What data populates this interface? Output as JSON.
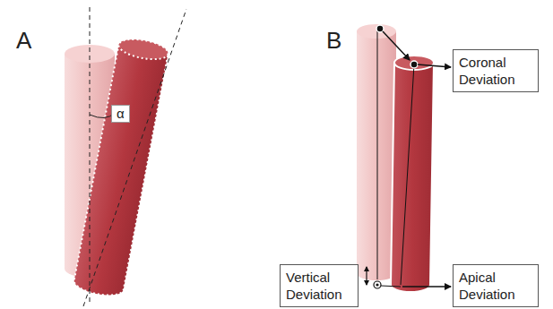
{
  "diagram": {
    "nodes": [
      {
        "text": [
          "Coronal Deviation"
        ]
      },
      {
        "text": [
          "Vertical Deviation"
        ]
      },
      {
        "text": [
          "Apical Deviation"
        ]
      }
    ],
    "labels": [
      "A",
      "α",
      "B"
    ]
  }
}
